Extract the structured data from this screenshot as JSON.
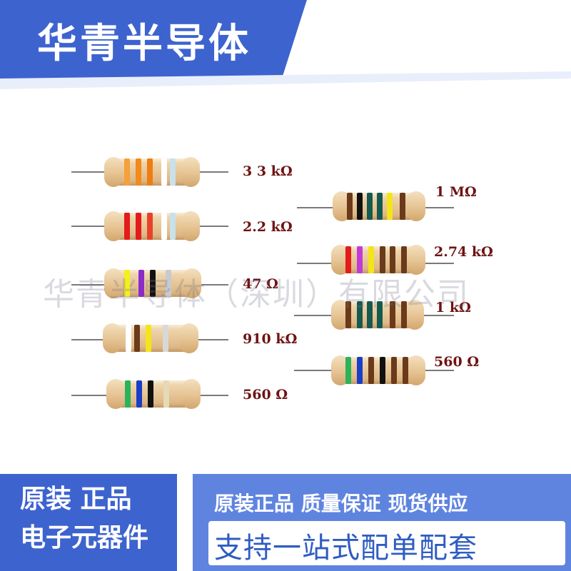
{
  "brand": {
    "title": "华青半导体"
  },
  "watermark": "华青半导体（深圳）有限公司",
  "colors": {
    "primary_blue": "#3d63cf",
    "light_blue": "#5f84e0",
    "label_color": "#6e1313"
  },
  "resistors_left": [
    {
      "label": "3 3 kΩ",
      "bands": [
        "#f5a03a",
        "#f28a1c",
        "#ef7d10",
        "#ffffff",
        "#c9e1ea"
      ]
    },
    {
      "label": "2.2 kΩ",
      "bands": [
        "#e31b1b",
        "#e31b1b",
        "#e8412a",
        "#ffffff",
        "#c9e1ea"
      ]
    },
    {
      "label": "47  Ω",
      "bands": [
        "#f4f01a",
        "#8a2cc7",
        "#111111",
        "#c7cbd1"
      ]
    },
    {
      "label": "910 kΩ",
      "bands": [
        "#ffffff",
        "#6a3a1a",
        "#f4e41a",
        "#d8d8d8"
      ]
    },
    {
      "label": "560 Ω",
      "bands": [
        "#2ab35a",
        "#1a3ec9",
        "#111111",
        "#e6d9b8"
      ]
    }
  ],
  "resistors_right": [
    {
      "label": "1 MΩ",
      "bands": [
        "#6a3a1a",
        "#111111",
        "#145a50",
        "#145a50",
        "#f4e41a",
        "#6a3a1a"
      ]
    },
    {
      "label": "2.74 kΩ",
      "bands": [
        "#e31b1b",
        "#c13ad6",
        "#f4e41a",
        "#6a3a1a",
        "#6a3a1a",
        "#6a3a1a"
      ]
    },
    {
      "label": "1 kΩ",
      "bands": [
        "#6a3a1a",
        "#145a50",
        "#145a50",
        "#145a50",
        "#6a3a1a",
        "#6a3a1a"
      ]
    },
    {
      "label": "560 Ω",
      "bands": [
        "#2ab35a",
        "#1a3ec9",
        "#6a3a1a",
        "#111111",
        "#6a3a1a",
        "#6a3a1a"
      ]
    }
  ],
  "bottom_left": {
    "line1": "原装 正品",
    "line2": "电子元器件"
  },
  "bottom_right": {
    "line1": "原装正品 质量保证 现货供应",
    "line2": "支持一站式配单配套"
  }
}
